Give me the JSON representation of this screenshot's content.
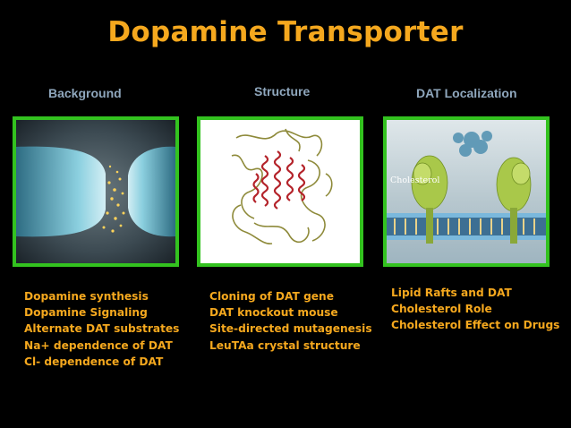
{
  "title": "Dopamine Transporter",
  "columns": [
    {
      "heading": "Background",
      "image_icon": "synapse-image",
      "items": [
        "Dopamine synthesis",
        "Dopamine Signaling",
        "Alternate DAT substrates",
        "Na+ dependence of DAT",
        "Cl- dependence of DAT"
      ]
    },
    {
      "heading": "Structure",
      "image_icon": "protein-structure-image",
      "items": [
        "Cloning of DAT gene",
        "DAT knockout mouse",
        "Site-directed mutagenesis",
        "LeuTAa crystal structure"
      ]
    },
    {
      "heading": "DAT Localization",
      "image_icon": "membrane-image",
      "image_caption": "Cholesterol",
      "items": [
        "Lipid Rafts and DAT",
        "Cholesterol Role",
        "Cholesterol Effect on Drugs"
      ]
    }
  ],
  "colors": {
    "background": "#000000",
    "title": "#f5a81e",
    "heading": "#8fa7bd",
    "frame": "#33c21f",
    "text": "#f5a81e"
  }
}
